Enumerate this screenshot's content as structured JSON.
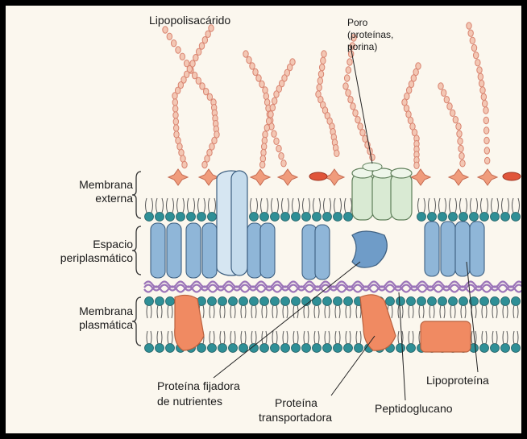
{
  "labels": {
    "lipopolisacarido": "Lipopolisacárido",
    "poro_line1": "Poro",
    "poro_line2": "(proteínas,",
    "poro_line3": "porina)",
    "membrana_externa_1": "Membrana",
    "membrana_externa_2": "externa",
    "espacio_1": "Espacio",
    "espacio_2": "periplasmático",
    "membrana_plasmatica_1": "Membrana",
    "membrana_plasmatica_2": "plasmática",
    "proteina_fijadora_1": "Proteína fijadora",
    "proteina_fijadora_2": "de nutrientes",
    "proteina_transportadora_1": "Proteína",
    "proteina_transportadora_2": "transportadora",
    "peptidoglucano": "Peptidoglucano",
    "lipoproteina": "Lipoproteína"
  },
  "colors": {
    "lipid_head": "#2f8f96",
    "lipid_tail": "#5a5a5a",
    "lps_chain": "#d98470",
    "lps_core": "#f09c7c",
    "membrane_protein": "#8fb6d8",
    "membrane_protein_stroke": "#3d5f80",
    "porin": "#d9ead3",
    "porin_stroke": "#5f7f5a",
    "transporter": "#f08a62",
    "peptidoglycan": "#9b74b8",
    "background": "#fbf7ee"
  }
}
